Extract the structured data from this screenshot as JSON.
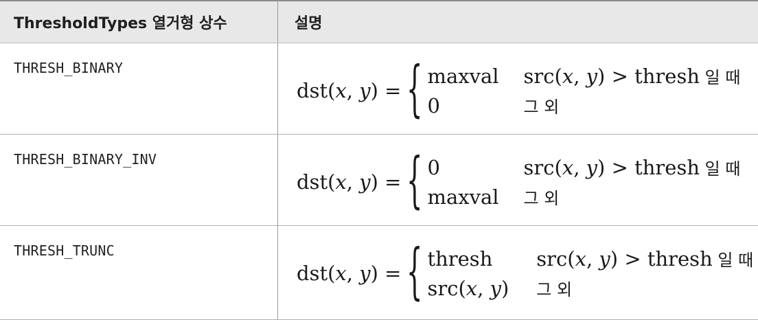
{
  "header": {
    "col1": "ThresholdTypes 열거형 상수",
    "col2": "설명"
  },
  "rows": [
    {
      "name": "THRESH_BINARY",
      "lhs_prefix": "dst(",
      "lhs_x": "x",
      "lhs_comma": ", ",
      "lhs_y": "y",
      "lhs_suffix": ") =",
      "case1_value": "maxval",
      "case1_cond_prefix": "src(",
      "case1_cond_x": "x",
      "case1_cond_comma": ", ",
      "case1_cond_y": "y",
      "case1_cond_suffix": ") > thresh",
      "case1_cond_ko": " 일 때",
      "case2_value": "0",
      "case2_cond_ko": "그 외"
    },
    {
      "name": "THRESH_BINARY_INV",
      "lhs_prefix": "dst(",
      "lhs_x": "x",
      "lhs_comma": ", ",
      "lhs_y": "y",
      "lhs_suffix": ") =",
      "case1_value": "0",
      "case1_cond_prefix": "src(",
      "case1_cond_x": "x",
      "case1_cond_comma": ", ",
      "case1_cond_y": "y",
      "case1_cond_suffix": ") > thresh",
      "case1_cond_ko": " 일 때",
      "case2_value": "maxval",
      "case2_cond_ko": "그 외"
    },
    {
      "name": "THRESH_TRUNC",
      "lhs_prefix": "dst(",
      "lhs_x": "x",
      "lhs_comma": ", ",
      "lhs_y": "y",
      "lhs_suffix": ") =",
      "case1_value": "thresh",
      "case1_cond_prefix": "src(",
      "case1_cond_x": "x",
      "case1_cond_comma": ", ",
      "case1_cond_y": "y",
      "case1_cond_suffix": ") > thresh",
      "case1_cond_ko": " 일 때",
      "case2_value_prefix": "src(",
      "case2_value_x": "x",
      "case2_value_comma": ", ",
      "case2_value_y": "y",
      "case2_value_suffix": ")",
      "case2_cond_ko": "그 외"
    }
  ],
  "colors": {
    "header_bg": "#e8e8e8",
    "border": "#b0b0b0",
    "text": "#1a1a1a"
  },
  "brace_glyph": "{"
}
